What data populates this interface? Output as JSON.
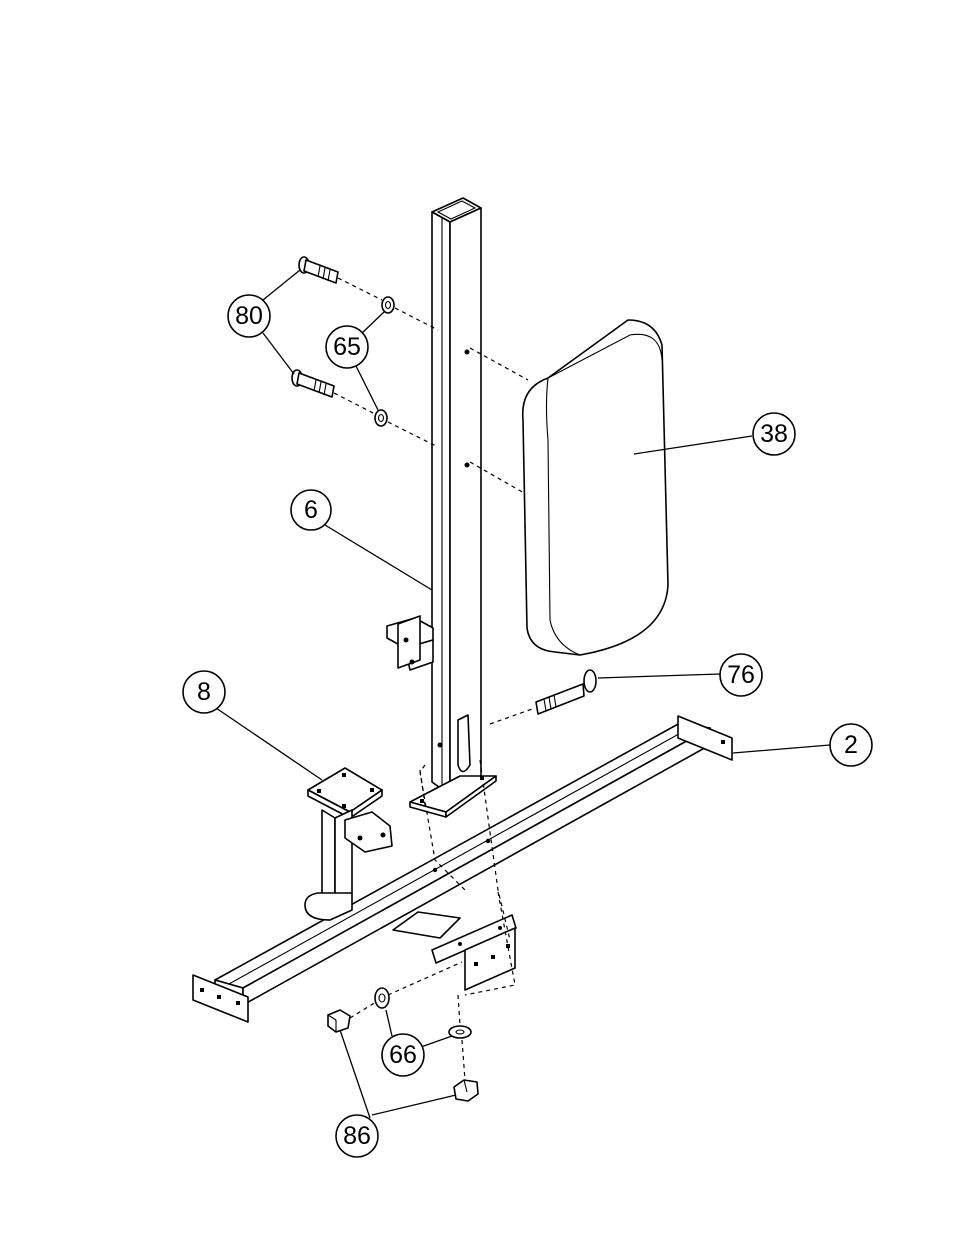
{
  "callouts": {
    "c80": "80",
    "c65": "65",
    "c38": "38",
    "c6": "6",
    "c76": "76",
    "c8": "8",
    "c2": "2",
    "c66": "66",
    "c86": "86"
  }
}
